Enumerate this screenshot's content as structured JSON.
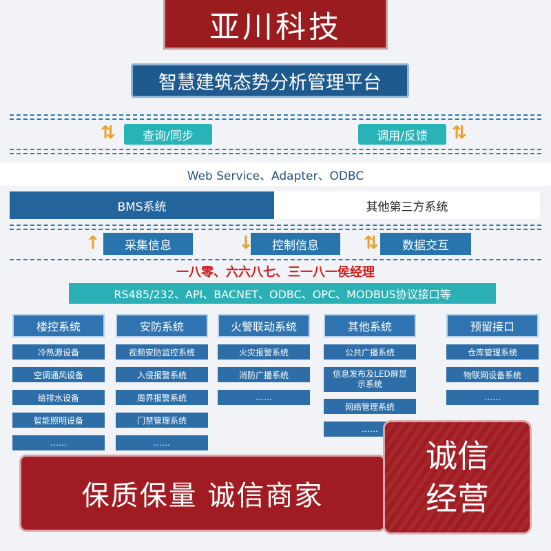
{
  "banner": {
    "title": "亚川科技"
  },
  "platform": {
    "title": "智慧建筑态势分析管理平台"
  },
  "top_buttons": {
    "query": "查询/同步",
    "call": "调用/反馈"
  },
  "interfaces": "Web Service、Adapter、ODBC",
  "systems": {
    "bms": "BMS系统",
    "third_party": "其他第三方系统"
  },
  "mid_buttons": {
    "collect": "采集信息",
    "control": "控制信息",
    "exchange": "数据交互"
  },
  "watermark": "一八零、六六八七、三一八一侯经理",
  "protocol_bar": "RS485/232、API、BACNET、ODBC、OPC、MODBUS协议接口等",
  "columns": [
    {
      "title": "楼控系统",
      "items": [
        "冷热源设备",
        "空调通风设备",
        "给排水设备",
        "智能照明设备",
        "……"
      ]
    },
    {
      "title": "安防系统",
      "items": [
        "视频安防监控系统",
        "入侵报警系统",
        "周界报警系统",
        "门禁管理系统",
        "……"
      ]
    },
    {
      "title": "火警联动系统",
      "items": [
        "火灾报警系统",
        "消防广播系统",
        "……"
      ]
    },
    {
      "title": "其他系统",
      "items": [
        "公共广播系统",
        "信息发布及LED屏显示系统",
        "网络管理系统",
        "……"
      ]
    },
    {
      "title": "预留接口",
      "items": [
        "仓库管理系统",
        "物联网设备系统",
        "……"
      ]
    }
  ],
  "promo": {
    "left": "保质保量  诚信商家",
    "badge_line1": "诚信",
    "badge_line2": "经营"
  },
  "colors": {
    "brand_red": "#9a1c1e",
    "navy": "#1f5a8f",
    "teal": "#28b3b7",
    "arrow": "#e9a12a"
  }
}
